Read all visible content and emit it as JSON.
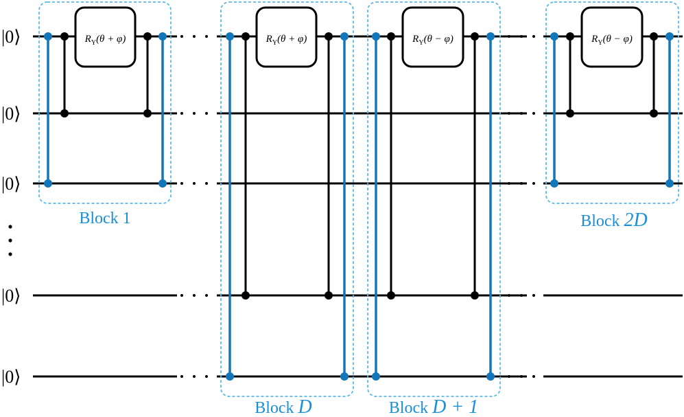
{
  "qubit_label": "|0⟩",
  "vdots": "⋮",
  "gates": {
    "plus": "R_Y(θ + φ)",
    "minus": "R_Y(θ − φ)"
  },
  "gate_text": {
    "R": "R",
    "Y": "Y",
    "plus_arg": "(θ + φ)",
    "minus_arg": "(θ − φ)"
  },
  "blocks": {
    "block1": {
      "word": "Block",
      "index": "1"
    },
    "blockD": {
      "word": "Block",
      "index": "D"
    },
    "blockD1": {
      "word": "Block",
      "index": "D + 1"
    },
    "block2D": {
      "word": "Block",
      "index": "2D"
    }
  },
  "colors": {
    "wire": "#000000",
    "blue_control": "#1376b8",
    "block_border": "#5ab8ea",
    "block_label": "#1a8fd8"
  }
}
